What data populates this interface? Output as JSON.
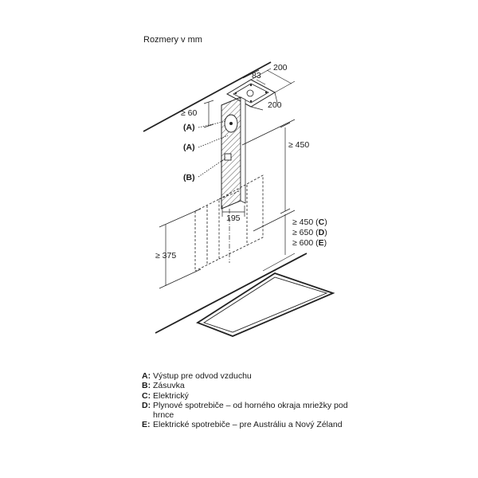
{
  "title": "Rozmery v mm",
  "dimensions": {
    "top_width": "200",
    "duct_depth": "83",
    "top_depth": "200",
    "min_top": "≥ 60",
    "min_chimney": "≥ 450",
    "hood_width": "195",
    "min_hood_height": "≥ 375"
  },
  "markers": {
    "a1": "(A)",
    "a2": "(A)",
    "b": "(B)"
  },
  "clearances": [
    {
      "prefix": "≥ 450 (",
      "key": "C",
      "suffix": ")"
    },
    {
      "prefix": "≥ 650 (",
      "key": "D",
      "suffix": ")"
    },
    {
      "prefix": "≥ 600 (",
      "key": "E",
      "suffix": ")"
    }
  ],
  "legend": [
    {
      "key": "A:",
      "text": "Výstup pre odvod vzduchu"
    },
    {
      "key": "B:",
      "text": "Zásuvka"
    },
    {
      "key": "C:",
      "text": "Elektrický"
    },
    {
      "key": "D:",
      "text": "Plynové spotrebiče – od horného okraja mriežky pod hrnce"
    },
    {
      "key": "E:",
      "text": "Elektrické spotrebiče – pre Austráliu a Nový Zéland"
    }
  ]
}
